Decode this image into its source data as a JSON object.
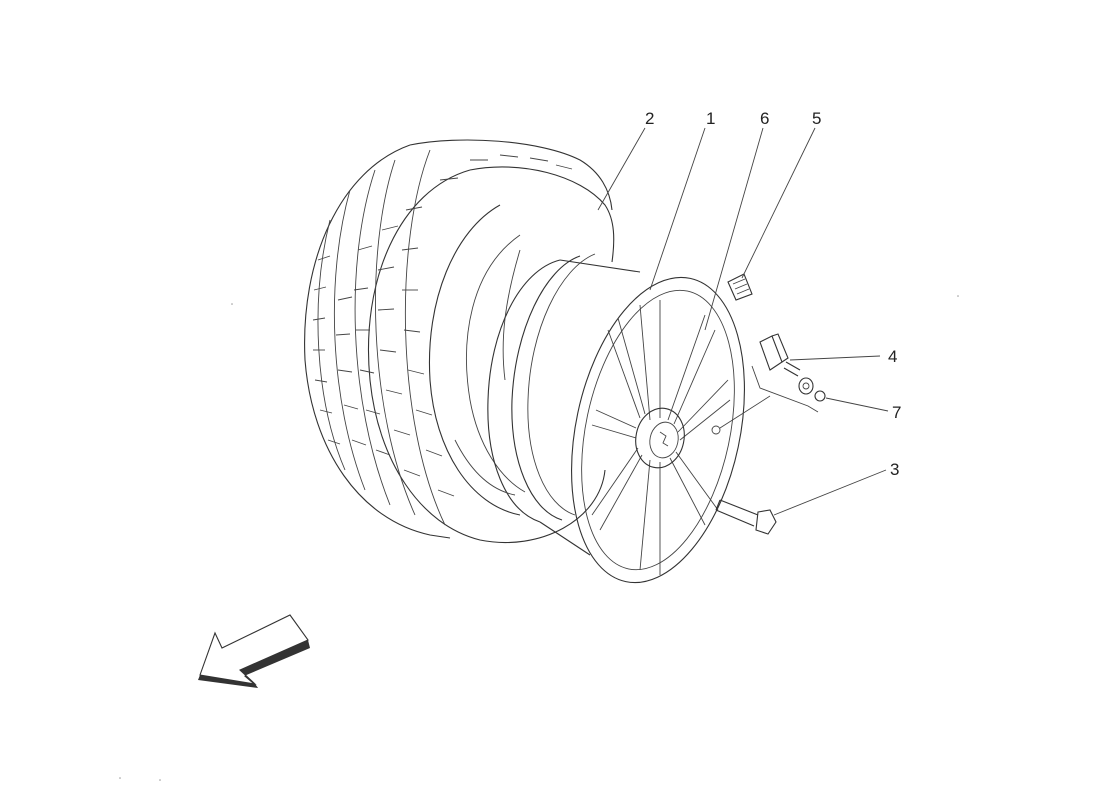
{
  "diagram": {
    "callouts": [
      {
        "id": "1",
        "label": "1"
      },
      {
        "id": "2",
        "label": "2"
      },
      {
        "id": "3",
        "label": "3"
      },
      {
        "id": "4",
        "label": "4"
      },
      {
        "id": "5",
        "label": "5"
      },
      {
        "id": "6",
        "label": "6"
      },
      {
        "id": "7",
        "label": "7"
      }
    ],
    "parts": [
      "tire",
      "wheel-rim",
      "wheel-bolt",
      "pressure-sensor",
      "label-plate",
      "valve",
      "valve-nut"
    ],
    "direction_icon": "arrow-icon",
    "line_color": "#333333",
    "background": "#ffffff"
  }
}
